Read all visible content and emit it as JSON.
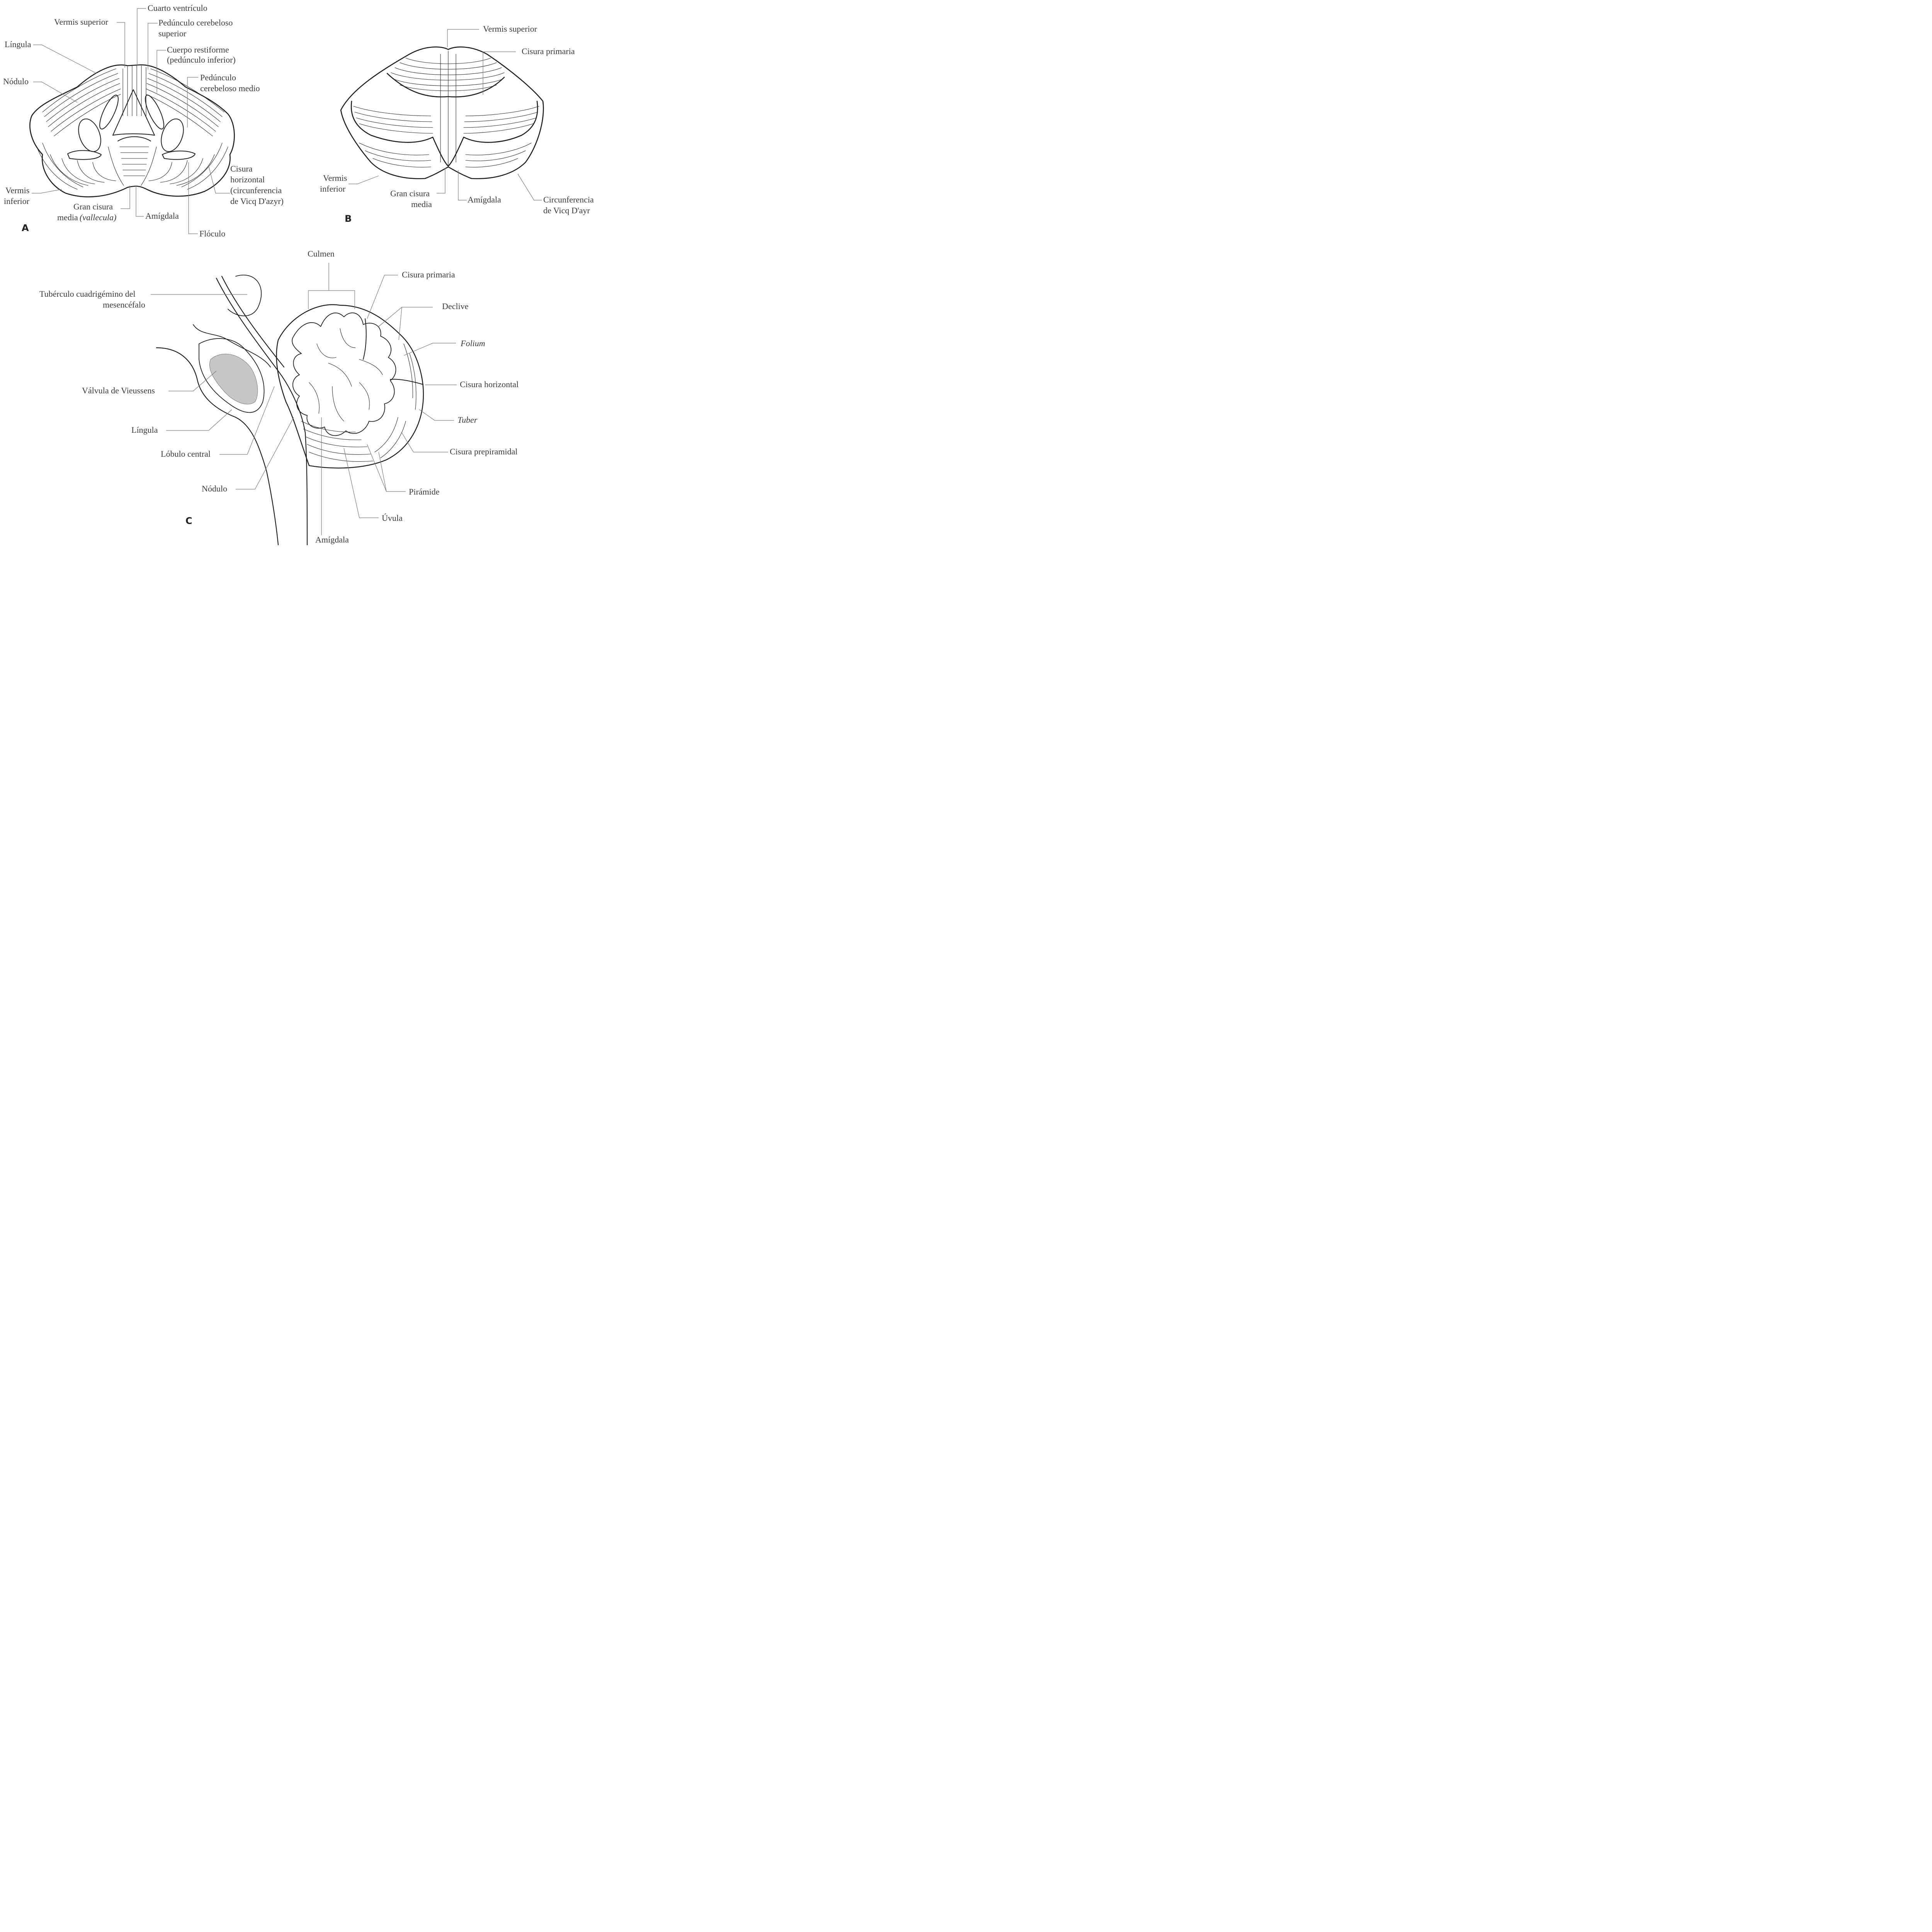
{
  "panels": {
    "a": {
      "letter": "A",
      "labels": {
        "cuarto_ventriculo": "Cuarto ventrículo",
        "vermis_superior": "Vermis superior",
        "pedunculo_superior_1": "Pedúnculo cerebeloso",
        "pedunculo_superior_2": "superior",
        "lingula": "Língula",
        "cuerpo_restiforme_1": "Cuerpo restiforme",
        "cuerpo_restiforme_2": "(pedúnculo inferior)",
        "nodulo": "Nódulo",
        "pedunculo_medio_1": "Pedúnculo",
        "pedunculo_medio_2": "cerebeloso medio",
        "cisura_horizontal_1": "Cisura",
        "cisura_horizontal_2": "horizontal",
        "cisura_horizontal_3": "(circunferencia",
        "cisura_horizontal_4": "de Vicq D'azyr)",
        "vermis_inferior_1": "Vermis",
        "vermis_inferior_2": "inferior",
        "gran_cisura_1": "Gran cisura",
        "gran_cisura_2": "media",
        "gran_cisura_3": "(vallecula)",
        "amigdala": "Amígdala",
        "floculo": "Flóculo"
      }
    },
    "b": {
      "letter": "B",
      "labels": {
        "vermis_superior": "Vermis superior",
        "cisura_primaria": "Cisura primaria",
        "vermis_inferior_1": "Vermis",
        "vermis_inferior_2": "inferior",
        "gran_cisura_1": "Gran cisura",
        "gran_cisura_2": "media",
        "amigdala": "Amígdala",
        "circunferencia_1": "Circunferencia",
        "circunferencia_2": "de Vicq D'ayr"
      }
    },
    "c": {
      "letter": "C",
      "labels": {
        "culmen": "Culmen",
        "cisura_primaria": "Cisura primaria",
        "tuberculo_1": "Tubérculo cuadrigémino del",
        "tuberculo_2": "mesencéfalo",
        "declive": "Declive",
        "folium": "Folium",
        "valvula": "Válvula de Vieussens",
        "cisura_horizontal": "Cisura horizontal",
        "lingula": "Língula",
        "tuber": "Tuber",
        "lobulo_central": "Lóbulo central",
        "cisura_prepiramidal": "Cisura prepiramidal",
        "nodulo": "Nódulo",
        "piramide": "Pirámide",
        "uvula": "Úvula",
        "amigdala": "Amígdala"
      }
    }
  }
}
